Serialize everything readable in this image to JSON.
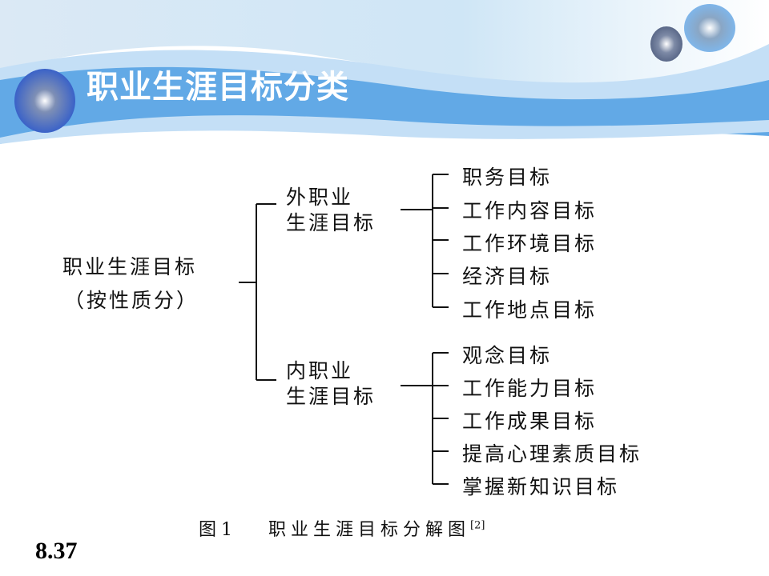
{
  "slide": {
    "title": "职业生涯目标分类",
    "page_number": "8.37"
  },
  "diagram": {
    "root": {
      "line1": "职业生涯目标",
      "line2": "（按性质分）"
    },
    "branches": [
      {
        "line1": "外职业",
        "line2": "生涯目标",
        "leaves": [
          "职务目标",
          "工作内容目标",
          "工作环境目标",
          "经济目标",
          "工作地点目标"
        ]
      },
      {
        "line1": "内职业",
        "line2": "生涯目标",
        "leaves": [
          "观念目标",
          "工作能力目标",
          "工作成果目标",
          "提高心理素质目标",
          "掌握新知识目标"
        ]
      }
    ],
    "caption": {
      "label": "图1",
      "text": "职业生涯目标分解图",
      "ref": "[2]"
    }
  },
  "colors": {
    "band": "#62a9e6",
    "band_light": "#c4dff6",
    "title_text": "#ffffff"
  }
}
